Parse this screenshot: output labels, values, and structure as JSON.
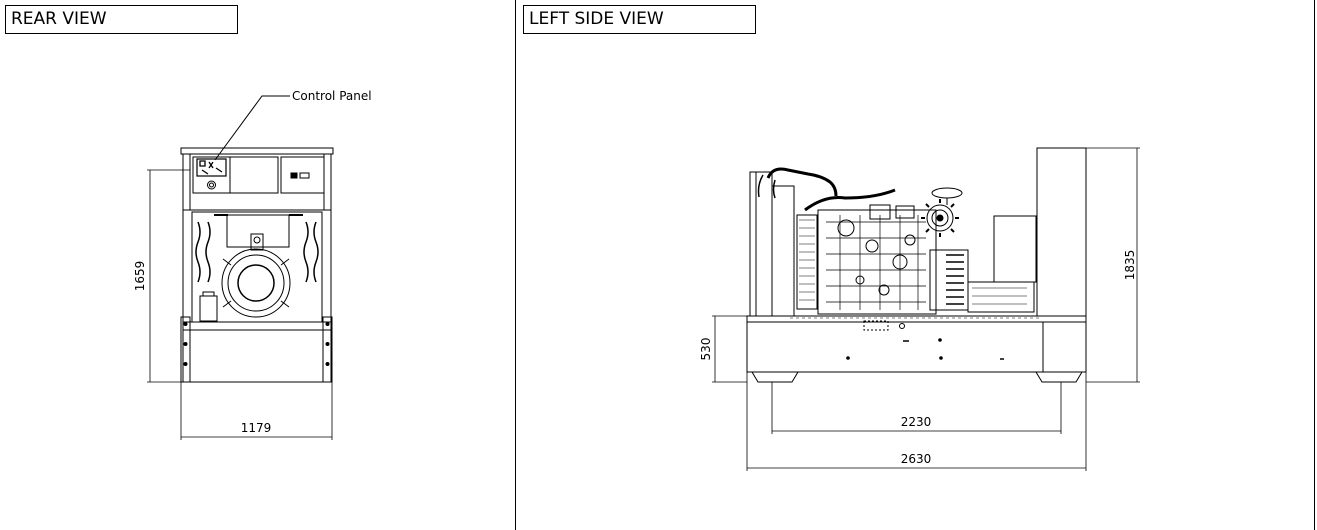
{
  "panels": {
    "rear_view": {
      "title": "REAR VIEW",
      "callout": "Control Panel",
      "dim_height": "1659",
      "dim_width": "1179"
    },
    "left_side_view": {
      "title": "LEFT SIDE VIEW",
      "dim_base_height": "530",
      "dim_total_height": "1835",
      "dim_foot_span": "2230",
      "dim_total_length": "2630"
    }
  }
}
